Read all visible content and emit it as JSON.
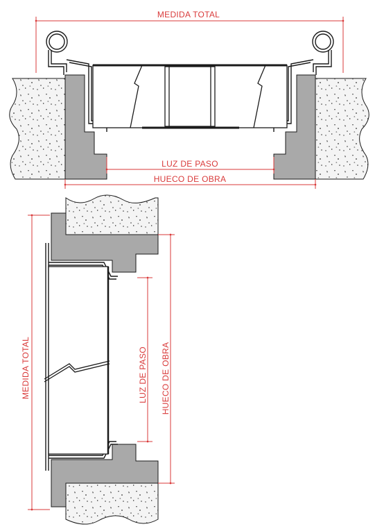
{
  "colors": {
    "dimension": "#d93a3a",
    "wall_hatch": "#f2f2f2",
    "frame_fill": "#a9a9a9",
    "line": "#1a1a1a"
  },
  "plan_view": {
    "total_label": "MEDIDA TOTAL",
    "clear_opening_label": "LUZ DE PASO",
    "rough_opening_label": "HUECO DE OBRA"
  },
  "elevation_view": {
    "total_label": "MEDIDA TOTAL",
    "clear_opening_label": "LUZ DE PASO",
    "rough_opening_label": "HUECO DE OBRA"
  }
}
